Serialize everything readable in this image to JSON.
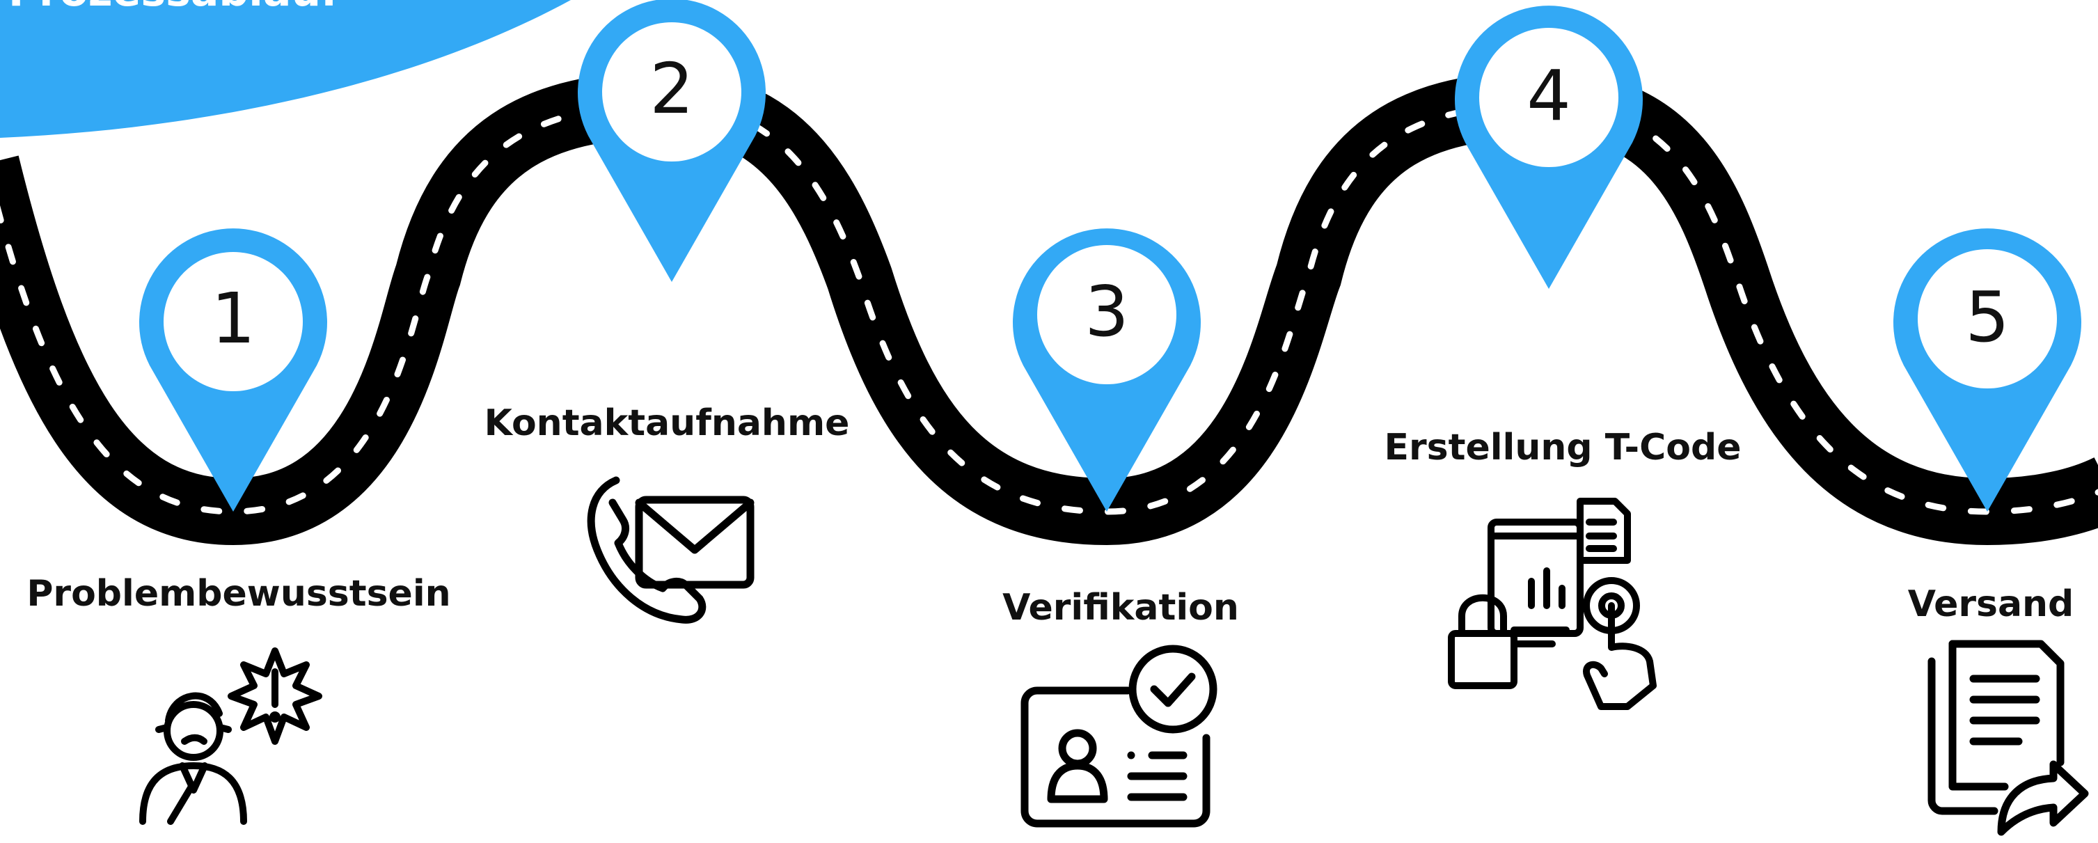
{
  "header": {
    "title": "Prozessablauf"
  },
  "colors": {
    "accent": "#33A9F5",
    "road": "#000000",
    "dash": "#ffffff",
    "ink": "#111111"
  },
  "steps": [
    {
      "number": "1",
      "label": "Problembewusstsein",
      "icon": "stressed-person-icon"
    },
    {
      "number": "2",
      "label": "Kontaktaufnahme",
      "icon": "phone-envelope-icon"
    },
    {
      "number": "3",
      "label": "Verifikation",
      "icon": "verified-id-card-icon"
    },
    {
      "number": "4",
      "label": "Erstellung T-Code",
      "icon": "document-touch-lock-icon"
    },
    {
      "number": "5",
      "label": "Versand",
      "icon": "send-documents-icon"
    }
  ]
}
